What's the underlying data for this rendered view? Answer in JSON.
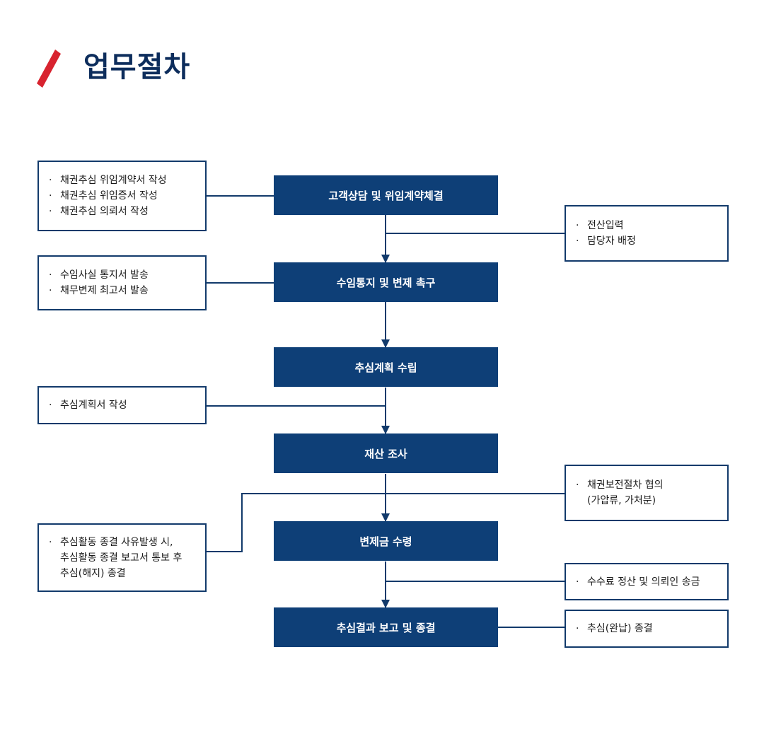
{
  "page": {
    "title": "업무절차"
  },
  "colors": {
    "accent": "#d8232f",
    "step_fill": "#0e3f77",
    "line": "#123a6b"
  },
  "steps": [
    "고객상담 및 위임계약체결",
    "수임통지 및 변제 촉구",
    "추심계획 수립",
    "재산 조사",
    "변제금 수령",
    "추심결과 보고 및 종결"
  ],
  "notes": {
    "contract_docs": [
      "채권추심 위임계약서 작성",
      "채권추심 위임증서 작성",
      "채권추심 의뢰서 작성"
    ],
    "entry_assign": [
      "전산입력",
      "담당자 배정"
    ],
    "notice_docs": [
      "수임사실 통지서 발송",
      "채무변제 최고서 발송"
    ],
    "plan_doc": [
      "추심계획서 작성"
    ],
    "preservation": [
      "채권보전절차 협의",
      "(가압류, 가처분)"
    ],
    "termination": [
      "추심활동 종결 사유발생 시,",
      "추심활동 종결 보고서 통보 후",
      "추심(해지) 종결"
    ],
    "fee_remit": [
      "수수료 정산 및 의뢰인 송금"
    ],
    "full_payment": [
      "추심(완납) 종결"
    ]
  },
  "bullet": "·"
}
